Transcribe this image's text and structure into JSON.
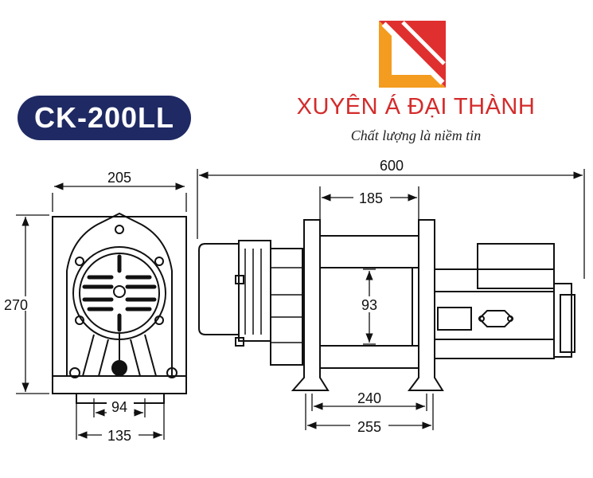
{
  "model": "CK-200LL",
  "brand": {
    "name": "XUYÊN Á ĐẠI THÀNH",
    "slogan": "Chất lượng là niềm tin",
    "logo_colors": [
      "#f39c1f",
      "#e02f2f"
    ]
  },
  "dimensions": {
    "front_width": "205",
    "front_height": "270",
    "base_inner": "94",
    "base_outer": "135",
    "total_length": "600",
    "drum_length": "185",
    "drum_diameter": "93",
    "mount_inner": "240",
    "mount_outer": "255"
  }
}
